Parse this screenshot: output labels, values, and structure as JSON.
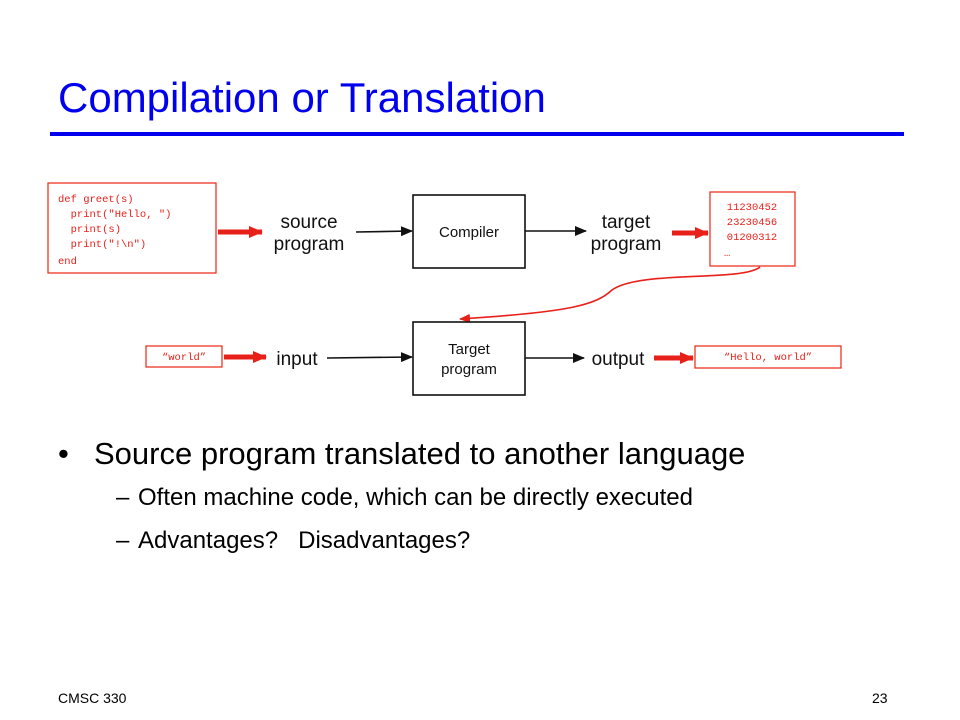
{
  "slide": {
    "title": "Compilation or Translation",
    "footer_left": "CMSC 330",
    "page_number": "23"
  },
  "diagram": {
    "source_code": [
      "def greet(s)",
      "  print(\"Hello, \")",
      "  print(s)",
      "  print(\"!\\n\")",
      "end"
    ],
    "source_label_1": "source",
    "source_label_2": "program",
    "compiler_label": "Compiler",
    "target_label_1": "target",
    "target_label_2": "program",
    "machine_code": [
      "11230452",
      "23230456",
      "01200312",
      "…"
    ],
    "input_value": "“world”",
    "input_label": "input",
    "target_program_1": "Target",
    "target_program_2": "program",
    "output_label": "output",
    "output_value": "“Hello, world”"
  },
  "bullets": {
    "main": "Source program translated to another language",
    "sub_1": "Often machine code, which can be directly executed",
    "sub_2": "Advantages?   Disadvantages?"
  }
}
